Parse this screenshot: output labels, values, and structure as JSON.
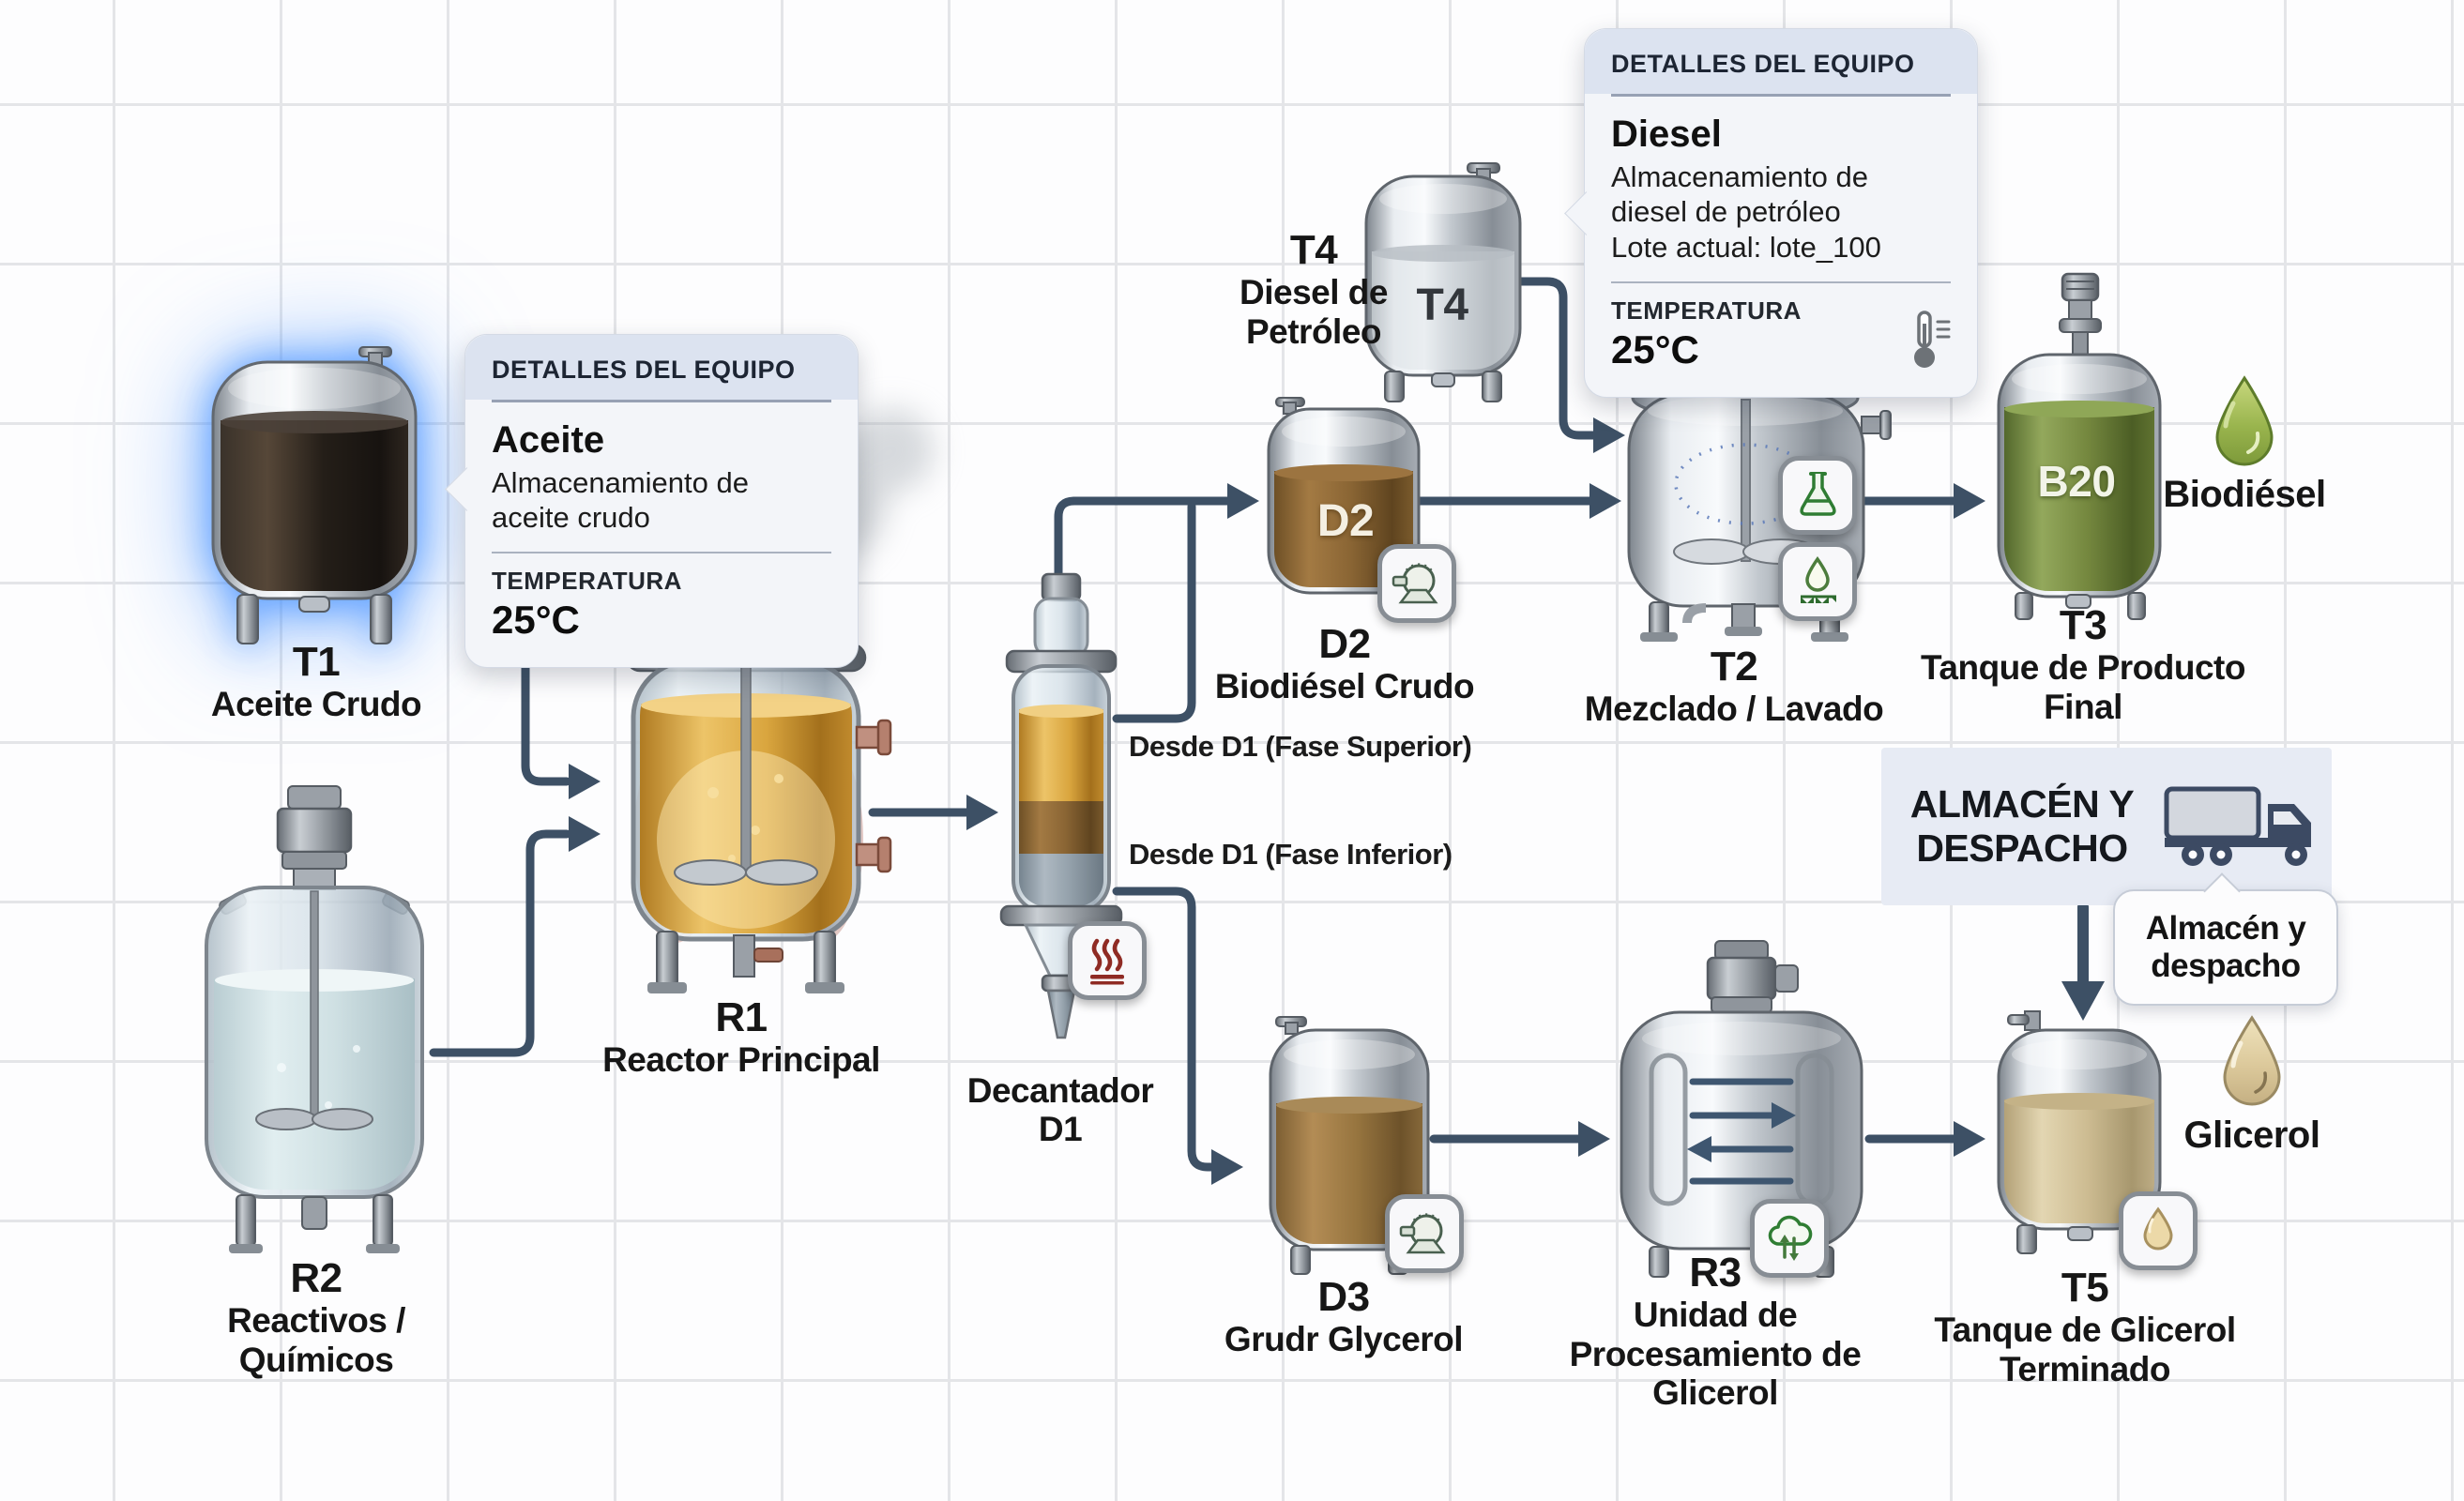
{
  "tooltips": {
    "aceite": {
      "header": "DETALLES DEL EQUIPO",
      "title": "Aceite",
      "description": "Almacenamiento de aceite crudo",
      "temp_label": "TEMPERATURA",
      "temp_value": "25°C"
    },
    "diesel": {
      "header": "DETALLES DEL EQUIPO",
      "title": "Diesel",
      "description": "Almacenamiento de diesel de petróleo",
      "batch": "Lote actual: lote_100",
      "temp_label": "TEMPERATURA",
      "temp_value": "25°C"
    }
  },
  "equipment": {
    "t1": {
      "code": "T1",
      "name": "Aceite Crudo"
    },
    "r2": {
      "code": "R2",
      "name": "Reactivos / Químicos"
    },
    "r1": {
      "code": "R1",
      "name": "Reactor Principal"
    },
    "d1": {
      "name": "Decantador D1"
    },
    "d2": {
      "code": "D2",
      "name": "Biodiésel Crudo",
      "tank_text": "D2"
    },
    "t4": {
      "code": "T4",
      "name": "Diesel de Petróleo",
      "tank_text": "T4"
    },
    "t2": {
      "code": "T2",
      "name": "Mezclado / Lavado"
    },
    "t3": {
      "code": "T3",
      "name": "Tanque de Producto Final",
      "tank_text": "B20"
    },
    "d3": {
      "code": "D3",
      "name": "Grudr Glycerol"
    },
    "r3": {
      "code": "R3",
      "name": "Unidad de Procesamiento de Glicerol"
    },
    "t5": {
      "code": "T5",
      "name": "Tanque de Glicerol Terminado"
    }
  },
  "streams": {
    "fase_superior": "Desde D1 (Fase Superior)",
    "fase_inferior": "Desde D1 (Fase Inferior)",
    "biodiesel": "Biodiésel",
    "glicerol": "Glicerol"
  },
  "storage": {
    "banner": "ALMACÉN Y DESPACHO",
    "bubble": "Almacén y despacho"
  },
  "icons": {
    "pump": "pump-gauge-icon",
    "heat": "heater-icon",
    "flask": "chemical-flask-icon",
    "wash": "droplet-filter-icon",
    "evaporation": "cloud-recycle-icon",
    "glycerol_drop": "droplet-icon",
    "thermometer": "thermometer-icon",
    "truck": "delivery-truck-icon"
  },
  "colors": {
    "pipe": "#3d5065",
    "biodiesel_green": "#7fa23f",
    "glycerol_tan": "#d9c89e",
    "crude_brown": "#8a6534",
    "selection_glow": "#4a94ff"
  }
}
